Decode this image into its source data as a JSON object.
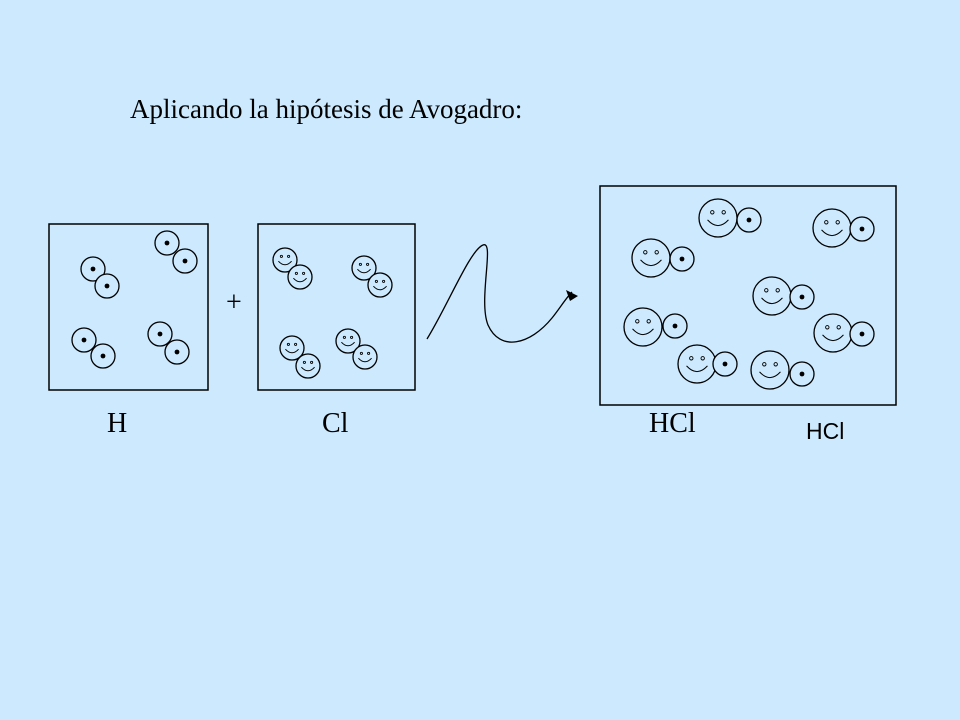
{
  "title": "Aplicando la hipótesis de Avogadro:",
  "operator": "+",
  "labels": {
    "h": "H",
    "cl": "Cl",
    "hcl_primary": "HCl",
    "hcl_secondary": "HCl"
  },
  "colors": {
    "background": "#cce9fe",
    "box_fill": "#cce9fe",
    "stroke": "#000000"
  },
  "panels": {
    "h": {
      "molecule_type": "H2",
      "count": 4
    },
    "cl": {
      "molecule_type": "Cl2",
      "count": 4
    },
    "hcl": {
      "molecule_type": "HCl",
      "count": 8
    }
  }
}
